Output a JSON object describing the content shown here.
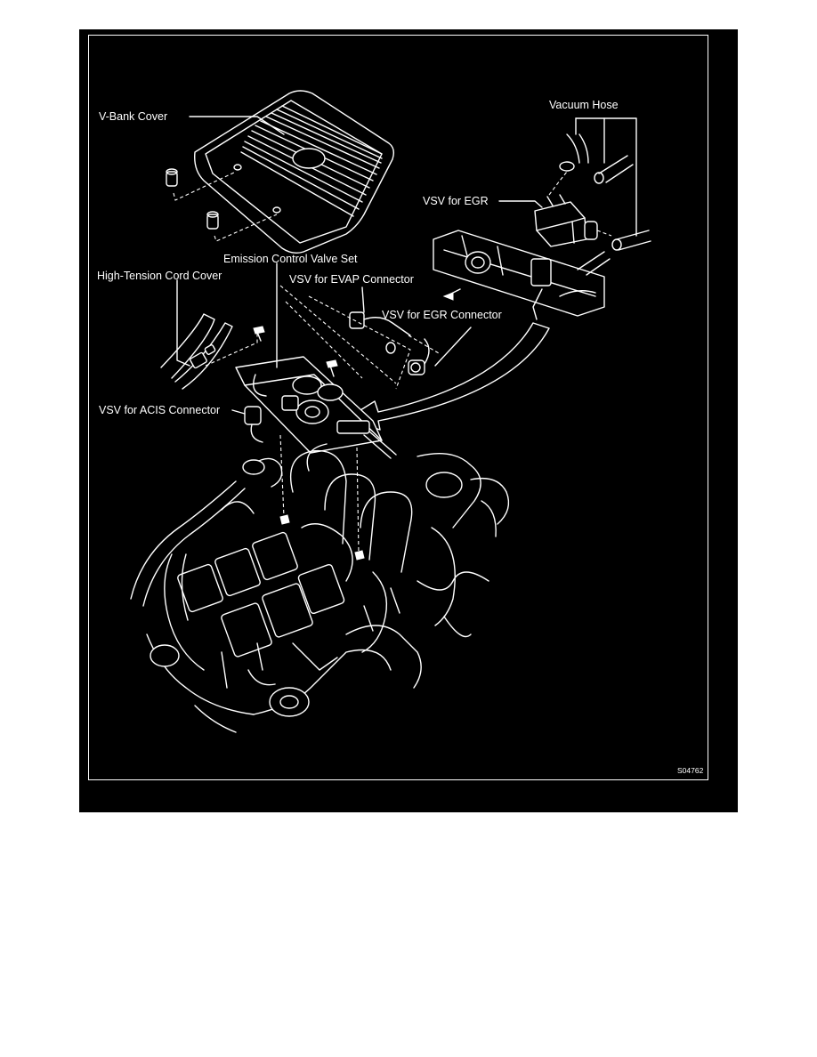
{
  "labels": {
    "v_bank_cover": "V-Bank Cover",
    "vacuum_hose": "Vacuum Hose",
    "vsv_egr": "VSV for EGR",
    "emission_control_valve_set": "Emission Control Valve Set",
    "high_tension_cord_cover": "High-Tension Cord Cover",
    "vsv_evap_connector": "VSV for EVAP Connector",
    "vsv_egr_connector": "VSV for EGR Connector",
    "vsv_acis_connector": "VSV for ACIS Connector"
  },
  "figure_id": "S04762",
  "colors": {
    "background": "#000000",
    "line": "#ffffff",
    "page": "#ffffff"
  }
}
